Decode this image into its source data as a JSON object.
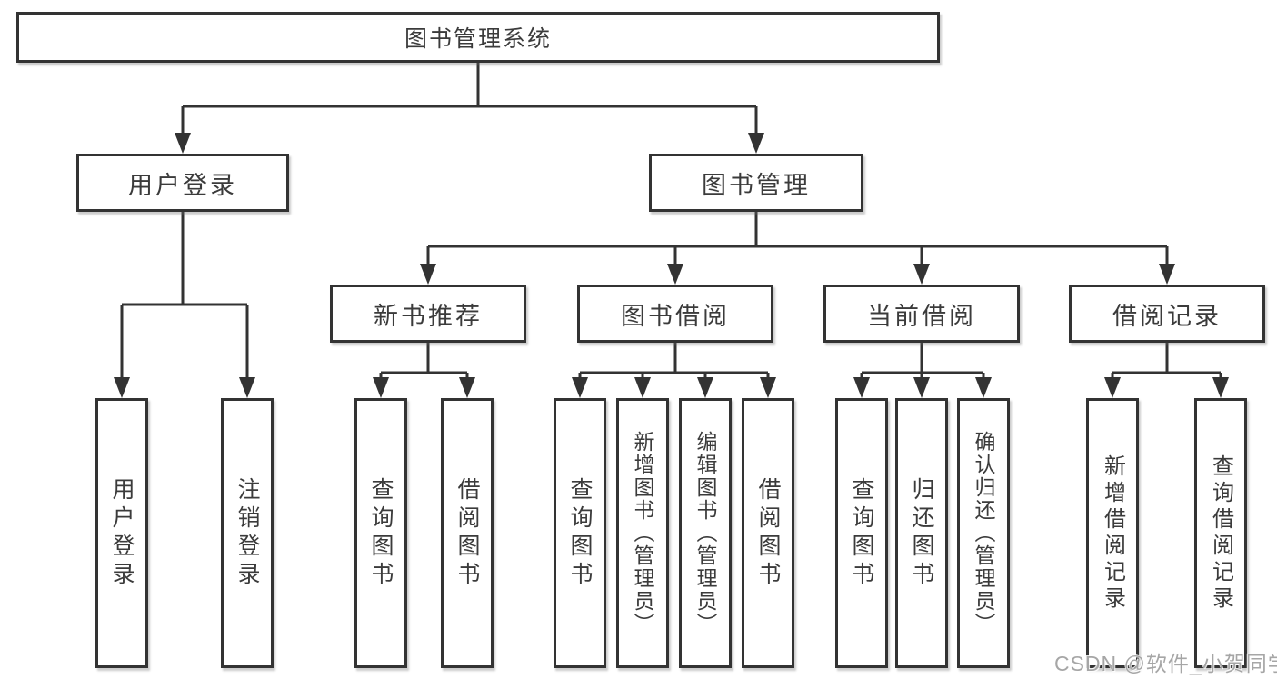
{
  "diagram": {
    "root": {
      "label": "图书管理系统"
    },
    "level2": [
      {
        "label": "用户登录"
      },
      {
        "label": "图书管理"
      }
    ],
    "level3": [
      {
        "label": "新书推荐"
      },
      {
        "label": "图书借阅"
      },
      {
        "label": "当前借阅"
      },
      {
        "label": "借阅记录"
      }
    ],
    "leaves": {
      "user_login": [
        {
          "label": "用户登录"
        },
        {
          "label": "注销登录"
        }
      ],
      "new_books": [
        {
          "label": "查询图书"
        },
        {
          "label": "借阅图书"
        }
      ],
      "book_borrow": [
        {
          "label": "查询图书"
        },
        {
          "label": "新增图书（管理员）"
        },
        {
          "label": "编辑图书（管理员）"
        },
        {
          "label": "借阅图书"
        }
      ],
      "current_borrow": [
        {
          "label": "查询图书"
        },
        {
          "label": "归还图书"
        },
        {
          "label": "确认归还（管理员）"
        }
      ],
      "borrow_records": [
        {
          "label": "新增借阅记录"
        },
        {
          "label": "查询借阅记录"
        }
      ]
    }
  },
  "watermark": {
    "text": "CSDN @软件_小贺同学"
  },
  "colors": {
    "line": "#333333",
    "box_border": "#333333",
    "box_fill": "#ffffff",
    "text": "#3b3b3b",
    "watermark": "#a6a6a6",
    "background": "#ffffff"
  }
}
